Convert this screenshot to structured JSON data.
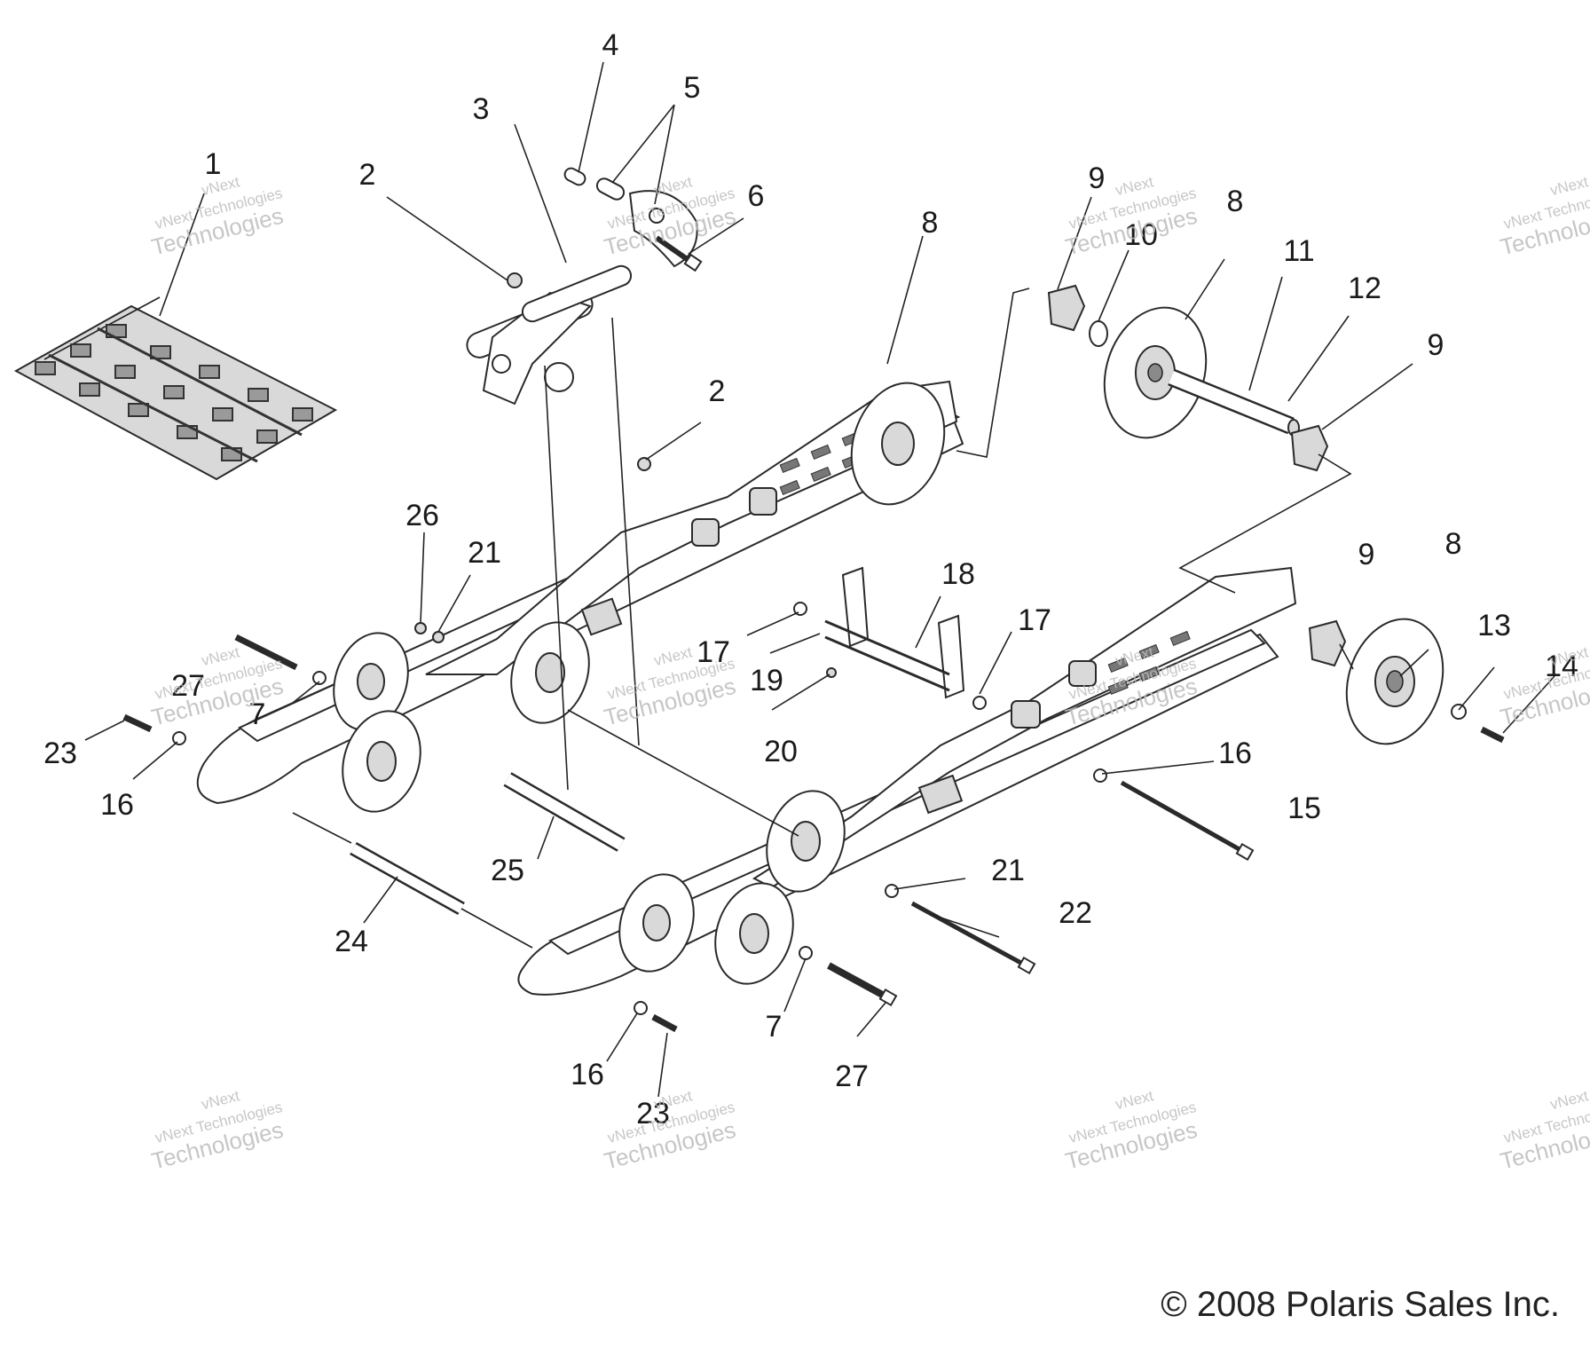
{
  "callouts": [
    {
      "n": "1"
    },
    {
      "n": "2"
    },
    {
      "n": "3"
    },
    {
      "n": "4"
    },
    {
      "n": "5"
    },
    {
      "n": "6"
    },
    {
      "n": "2"
    },
    {
      "n": "8"
    },
    {
      "n": "9"
    },
    {
      "n": "10"
    },
    {
      "n": "8"
    },
    {
      "n": "11"
    },
    {
      "n": "12"
    },
    {
      "n": "9"
    },
    {
      "n": "26"
    },
    {
      "n": "21"
    },
    {
      "n": "18"
    },
    {
      "n": "17"
    },
    {
      "n": "17"
    },
    {
      "n": "19"
    },
    {
      "n": "27"
    },
    {
      "n": "7"
    },
    {
      "n": "23"
    },
    {
      "n": "16"
    },
    {
      "n": "20"
    },
    {
      "n": "9"
    },
    {
      "n": "8"
    },
    {
      "n": "13"
    },
    {
      "n": "14"
    },
    {
      "n": "16"
    },
    {
      "n": "15"
    },
    {
      "n": "25"
    },
    {
      "n": "21"
    },
    {
      "n": "24"
    },
    {
      "n": "22"
    },
    {
      "n": "7"
    },
    {
      "n": "27"
    },
    {
      "n": "16"
    },
    {
      "n": "23"
    }
  ],
  "watermark": {
    "line1": "vNext",
    "line2": "vNext Technologies",
    "line3": "Technologies"
  },
  "copyright": "© 2008 Polaris Sales Inc."
}
